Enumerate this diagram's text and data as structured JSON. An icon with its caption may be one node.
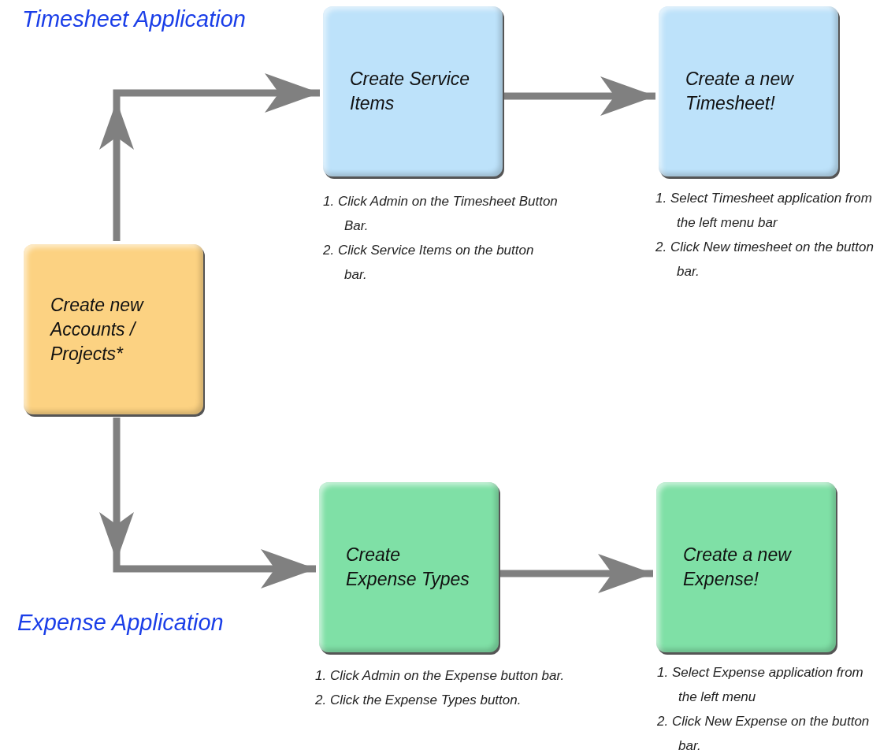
{
  "diagram": {
    "nodes": [
      {
        "text": [
          "Create new Accounts / Projects*"
        ]
      },
      {
        "text": [
          "Create Service Items"
        ],
        "beside": [
          "1. Click Admin on the Timesheet Button Bar.",
          "2. Click Service Items on the button bar."
        ]
      },
      {
        "text": [
          "Create a new Timesheet!"
        ],
        "beside": [
          "1. Select Timesheet application from the left menu bar",
          "2. Click New timesheet on the button bar."
        ]
      },
      {
        "text": [
          "Create Expense Types"
        ],
        "beside": [
          "1. Click Admin on the Expense button bar.",
          "2. Click the Expense Types button."
        ]
      },
      {
        "text": [
          "Create a new Expense!"
        ],
        "beside": [
          "1. Select Expense application from the left menu",
          "2. Click New Expense on the button bar."
        ]
      }
    ],
    "edges": [
      {
        "from": 0,
        "to": 1,
        "arrow": "to"
      },
      {
        "from": 1,
        "to": 2,
        "arrow": "to"
      },
      {
        "from": 0,
        "to": 3,
        "arrow": "to"
      },
      {
        "from": 3,
        "to": 4,
        "arrow": "to"
      }
    ],
    "labels": [
      "Timesheet Application",
      "Expense Application"
    ]
  }
}
